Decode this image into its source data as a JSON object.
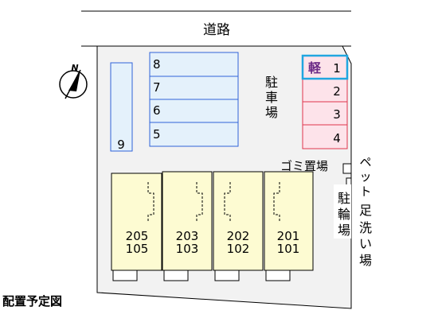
{
  "road": {
    "label": "道路"
  },
  "compass": {
    "letter": "N"
  },
  "parking": {
    "label_chars": [
      "駐",
      "車",
      "場"
    ],
    "left_column": [
      "9"
    ],
    "middle_rows": [
      "8",
      "7",
      "6",
      "5"
    ],
    "right_rows": [
      {
        "num": "1",
        "tag": "軽"
      },
      {
        "num": "2",
        "tag": ""
      },
      {
        "num": "3",
        "tag": ""
      },
      {
        "num": "4",
        "tag": ""
      }
    ]
  },
  "garbage": {
    "label": "ゴミ置場"
  },
  "pet_wash": {
    "label_chars": [
      "ペ",
      "ッ",
      "ト",
      "足",
      "洗",
      "い",
      "場"
    ]
  },
  "bicycle": {
    "label_chars": [
      "駐",
      "輪",
      "場"
    ]
  },
  "units": [
    {
      "upper": "205",
      "lower": "105"
    },
    {
      "upper": "203",
      "lower": "103"
    },
    {
      "upper": "202",
      "lower": "102"
    },
    {
      "upper": "201",
      "lower": "101"
    }
  ],
  "caption": "配置予定図",
  "colors": {
    "blue_fill": "#e4f1fb",
    "blue_stroke": "#2f62d8",
    "pink_fill": "#fde3ea",
    "pink_stroke": "#e0344c",
    "kei_stroke": "#20a6e0",
    "kei_text": "#6b2a86",
    "unit_fill": "#fdfbd2",
    "site_fill": "#f2f2f2"
  }
}
